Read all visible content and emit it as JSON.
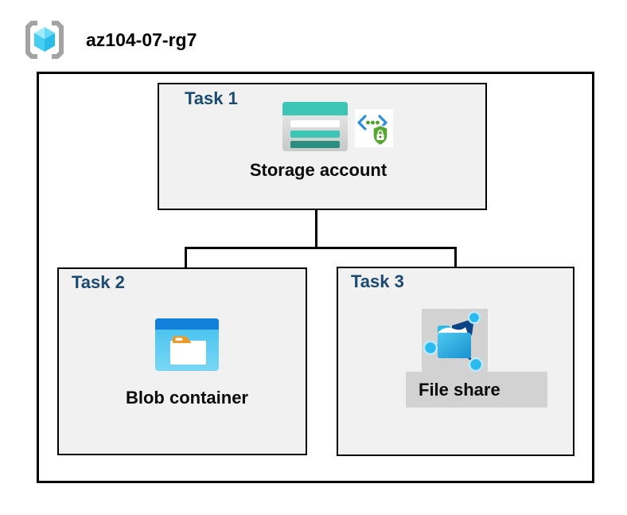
{
  "header": {
    "title": "az104-07-rg7",
    "icon": "resource-group-icon"
  },
  "tasks": [
    {
      "label": "Task 1",
      "item": "Storage account",
      "icons": [
        "storage-account-icon",
        "secure-endpoint-lock-icon"
      ]
    },
    {
      "label": "Task 2",
      "item": "Blob container",
      "icons": [
        "blob-container-icon"
      ]
    },
    {
      "label": "Task 3",
      "item": "File share",
      "icons": [
        "file-share-icon"
      ]
    }
  ],
  "colors": {
    "task_label_navy": "#1B4A72",
    "box_fill_gray": "#F1F1F1",
    "border_black": "#000000",
    "storage_teal": "#3DC6B6",
    "storage_teal_dark": "#2A8E81",
    "blob_top_blue": "#1180DB",
    "blob_body_cyan": "#45C2EE",
    "folder_tab_orange": "#F09A26",
    "share_node_cyan": "#2ABAEF",
    "share_navy": "#0C4286",
    "shield_green": "#57A733",
    "chevron_blue": "#2E8FD9",
    "dot_green": "#4C9E2F",
    "cube_cyan": "#45CEF2",
    "bracket_gray": "#A3A3A3",
    "plate_gray": "#D2D2D2"
  }
}
